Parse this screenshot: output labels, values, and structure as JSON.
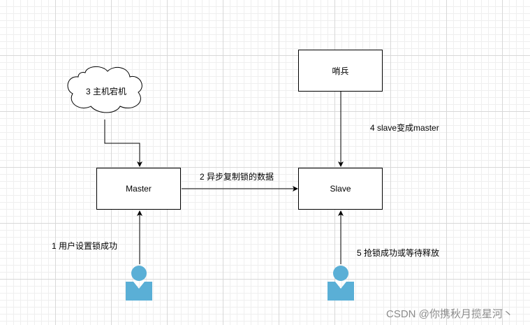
{
  "nodes": {
    "sentinel": "哨兵",
    "master": "Master",
    "slave": "Slave",
    "cloud": "3 主机宕机"
  },
  "edges": {
    "sentinel_to_slave": "4 slave变成master",
    "master_to_slave": "2 异步复制锁的数据",
    "user1_to_master": "1 用户设置锁成功",
    "user2_to_slave": "5 抢锁成功或等待释放"
  },
  "watermark": "CSDN @你携秋月揽星河丶",
  "colors": {
    "actor": "#5aafd6",
    "line": "#000000"
  }
}
